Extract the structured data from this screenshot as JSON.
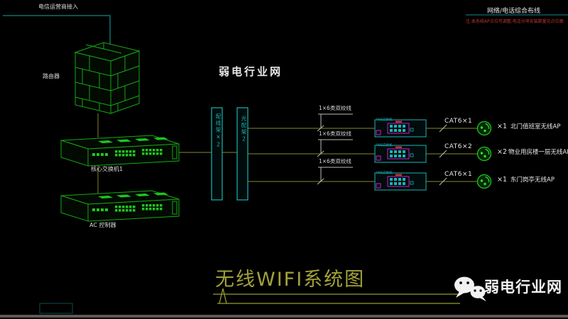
{
  "header": {
    "telecom_label": "电信运营商接入",
    "cabling_title": "网络/电话综合布线",
    "note": "注:本系统AP点位可调整,电话分项安装数量见点位图"
  },
  "network_title": "弱电行业网",
  "devices": {
    "router": "路由器",
    "core_switch": "核心交换机1",
    "ac_controller": "AC 控制器",
    "patch_panel": "配线架×2",
    "fiber_panel": "光配架2",
    "poe_switch": "POE交换机"
  },
  "branches": [
    {
      "cable": "1×6类双绞线",
      "cat": "CAT6×1",
      "count": "×1",
      "ap": "北门值班室无线AP"
    },
    {
      "cable": "1×6类双绞线",
      "cat": "CAT6×2",
      "count": "×2",
      "ap": "物业用房楼一层无线AP"
    },
    {
      "cable": "1×6类双绞线",
      "cat": "CAT6×1",
      "count": "×1",
      "ap": "东门岗亭无线AP"
    }
  ],
  "footer": {
    "diagram_title": "无线WIFI系统图",
    "brand": "弱电行业网"
  },
  "colors": {
    "teal": "#0f6f6f",
    "cyan": "#19b5b5",
    "green": "#17a517",
    "bright_green": "#1fc51f",
    "olive": "#6e6e26",
    "magenta": "#cc22cc",
    "red": "#c23434",
    "title_yellow": "#a2a23a"
  }
}
